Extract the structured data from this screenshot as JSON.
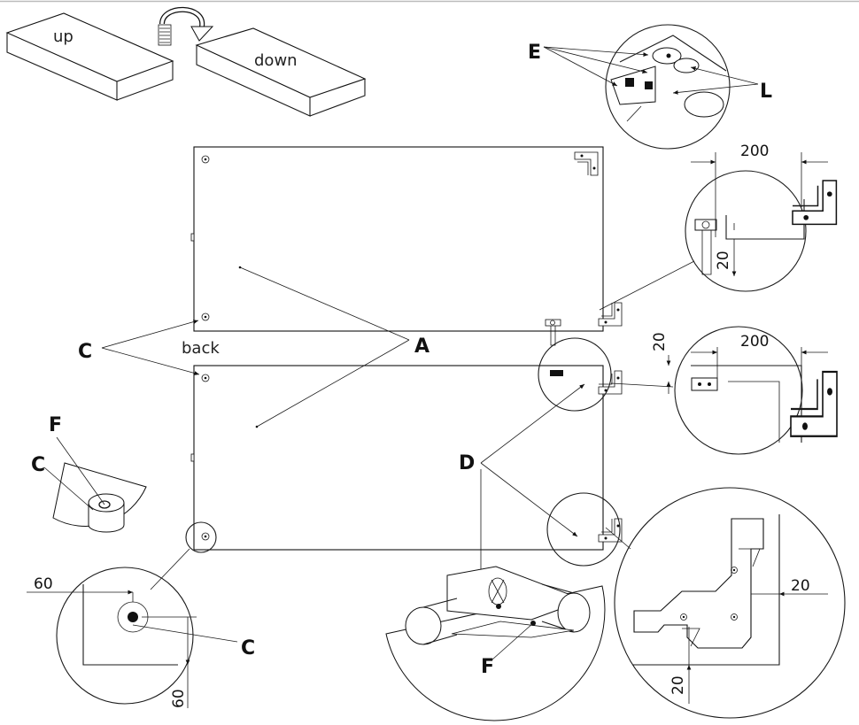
{
  "words": {
    "up": "up",
    "down": "down",
    "back": "back"
  },
  "labels": {
    "A": "A",
    "C": "C",
    "D": "D",
    "E": "E",
    "F": "F",
    "L": "L"
  },
  "dimensions": {
    "d200_top": "200",
    "d20_top": "20",
    "d20_mid": "20",
    "d200_mid": "200",
    "d60_h": "60",
    "d60_v": "60",
    "d20_big_h": "20",
    "d20_big_v": "20"
  },
  "icons": {
    "flip": "flip-arrow-icon"
  }
}
